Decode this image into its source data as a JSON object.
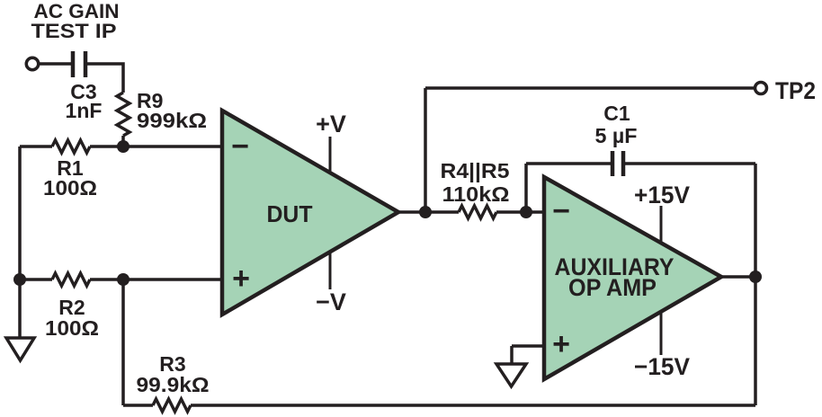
{
  "schematic": {
    "source_label": {
      "line1": "AC GAIN",
      "line2": "TEST IP"
    },
    "components": {
      "c3_ref": "C3",
      "c3_val": "1nF",
      "r9_ref": "R9",
      "r9_val": "999kΩ",
      "r1_ref": "R1",
      "r1_val": "100Ω",
      "r2_ref": "R2",
      "r2_val": "100Ω",
      "r3_ref": "R3",
      "r3_val": "99.9kΩ",
      "r4r5_ref": "R4||R5",
      "r4r5_val": "110kΩ",
      "c1_ref": "C1",
      "c1_val": "5 µF"
    },
    "dut": {
      "name": "DUT",
      "supply_pos": "+V",
      "supply_neg": "−V",
      "inv": "−",
      "noninv": "+"
    },
    "aux": {
      "name_line1": "AUXILIARY",
      "name_line2": "OP AMP",
      "supply_pos": "+15V",
      "supply_neg": "−15V",
      "inv": "−",
      "noninv": "+"
    },
    "test_point": "TP2",
    "colors": {
      "opamp_fill": "#a5d3b6",
      "line": "#231f20",
      "bg": "#ffffff"
    }
  }
}
